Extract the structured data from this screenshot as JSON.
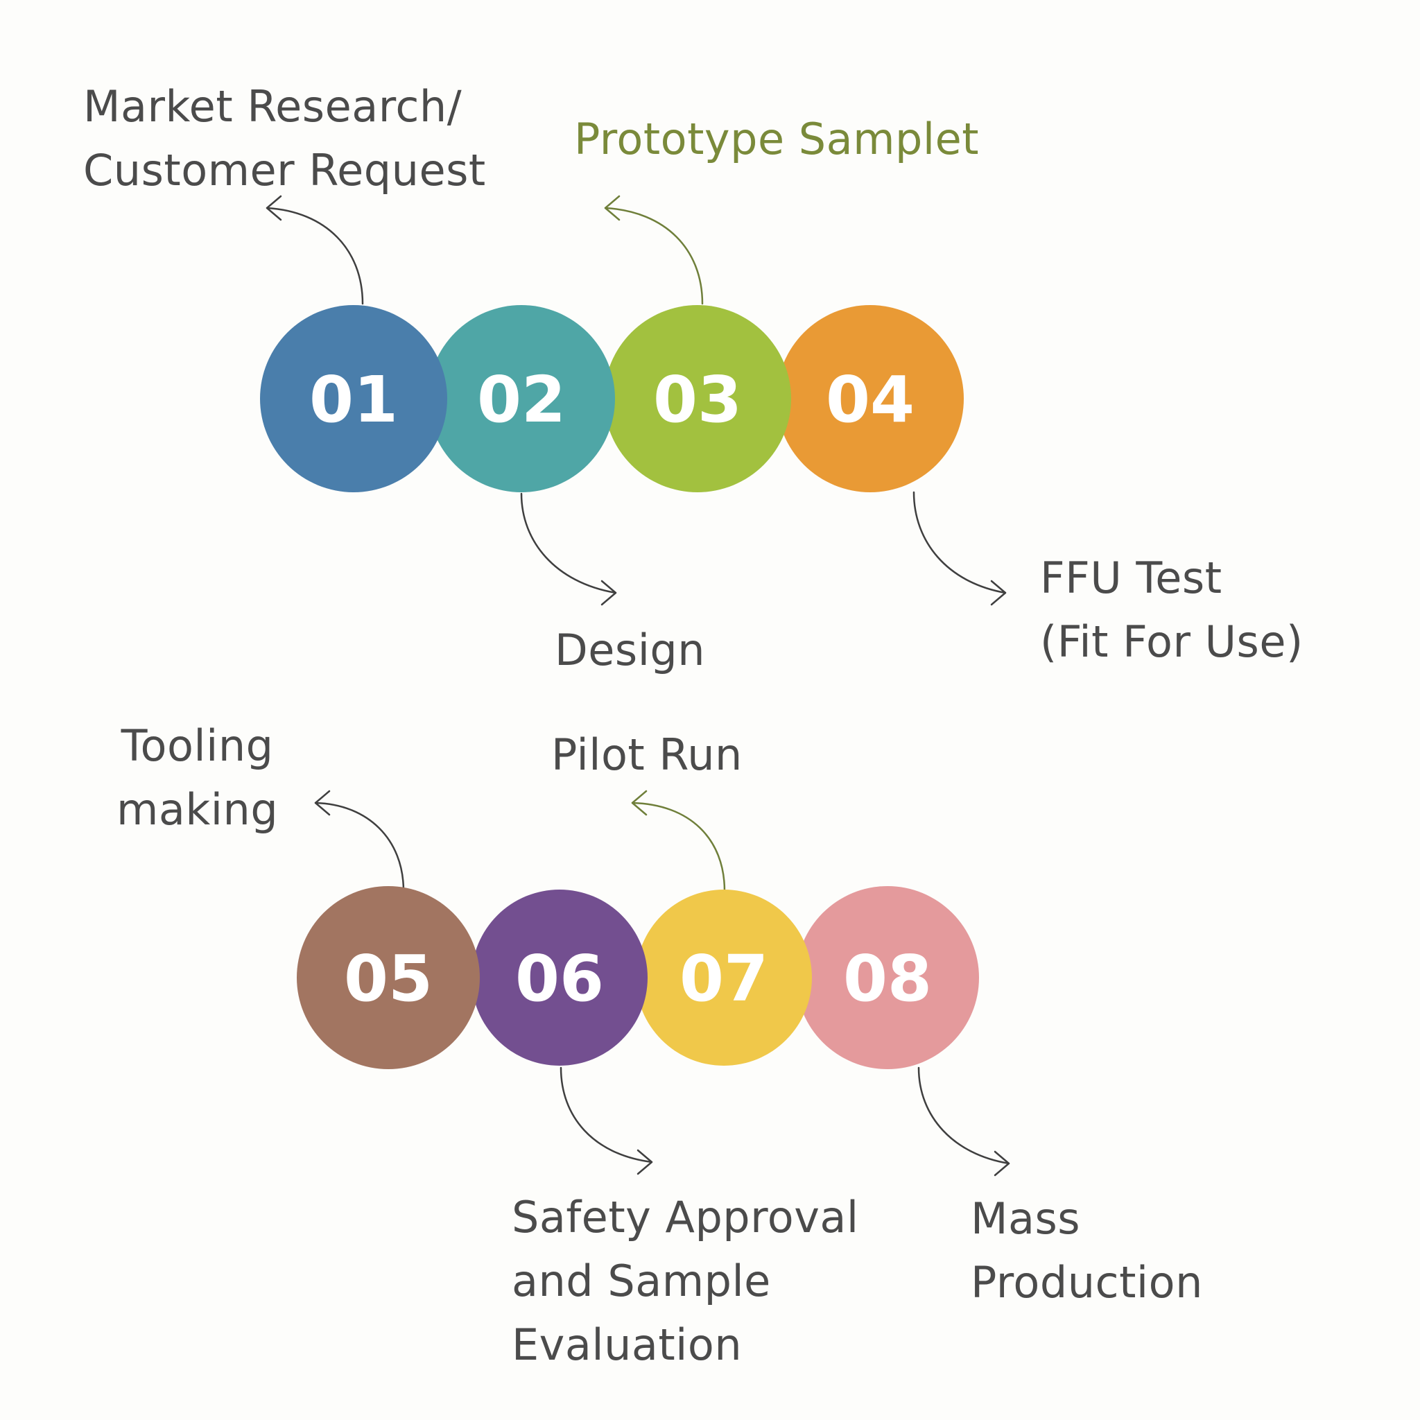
{
  "colors": {
    "step_01": "#4a7eab",
    "step_02": "#4fa6a6",
    "step_03": "#a2c13f",
    "step_04": "#e99a35",
    "step_05": "#a27561",
    "step_06": "#734f90",
    "step_07": "#f0c84a",
    "step_08": "#e49a9c",
    "text": "#4b4b4b",
    "accent_text": "#7a8a3a",
    "arrow": "#3f3f3f",
    "accent_arrow": "#6f7f3a"
  },
  "steps": [
    {
      "number": "01",
      "label_lines": [
        "Market Research/",
        "Customer Request"
      ],
      "color_key": "step_01"
    },
    {
      "number": "02",
      "label_lines": [
        "Design"
      ],
      "color_key": "step_02"
    },
    {
      "number": "03",
      "label_lines": [
        "Prototype Samplet"
      ],
      "color_key": "step_03"
    },
    {
      "number": "04",
      "label_lines": [
        "FFU Test",
        "(Fit For Use)"
      ],
      "color_key": "step_04"
    },
    {
      "number": "05",
      "label_lines": [
        "Tooling",
        "making"
      ],
      "color_key": "step_05"
    },
    {
      "number": "06",
      "label_lines": [
        "Safety Approval",
        "and Sample",
        "Evaluation"
      ],
      "color_key": "step_06"
    },
    {
      "number": "07",
      "label_lines": [
        "Pilot Run"
      ],
      "color_key": "step_07"
    },
    {
      "number": "08",
      "label_lines": [
        "Mass",
        "Production"
      ],
      "color_key": "step_08"
    }
  ]
}
